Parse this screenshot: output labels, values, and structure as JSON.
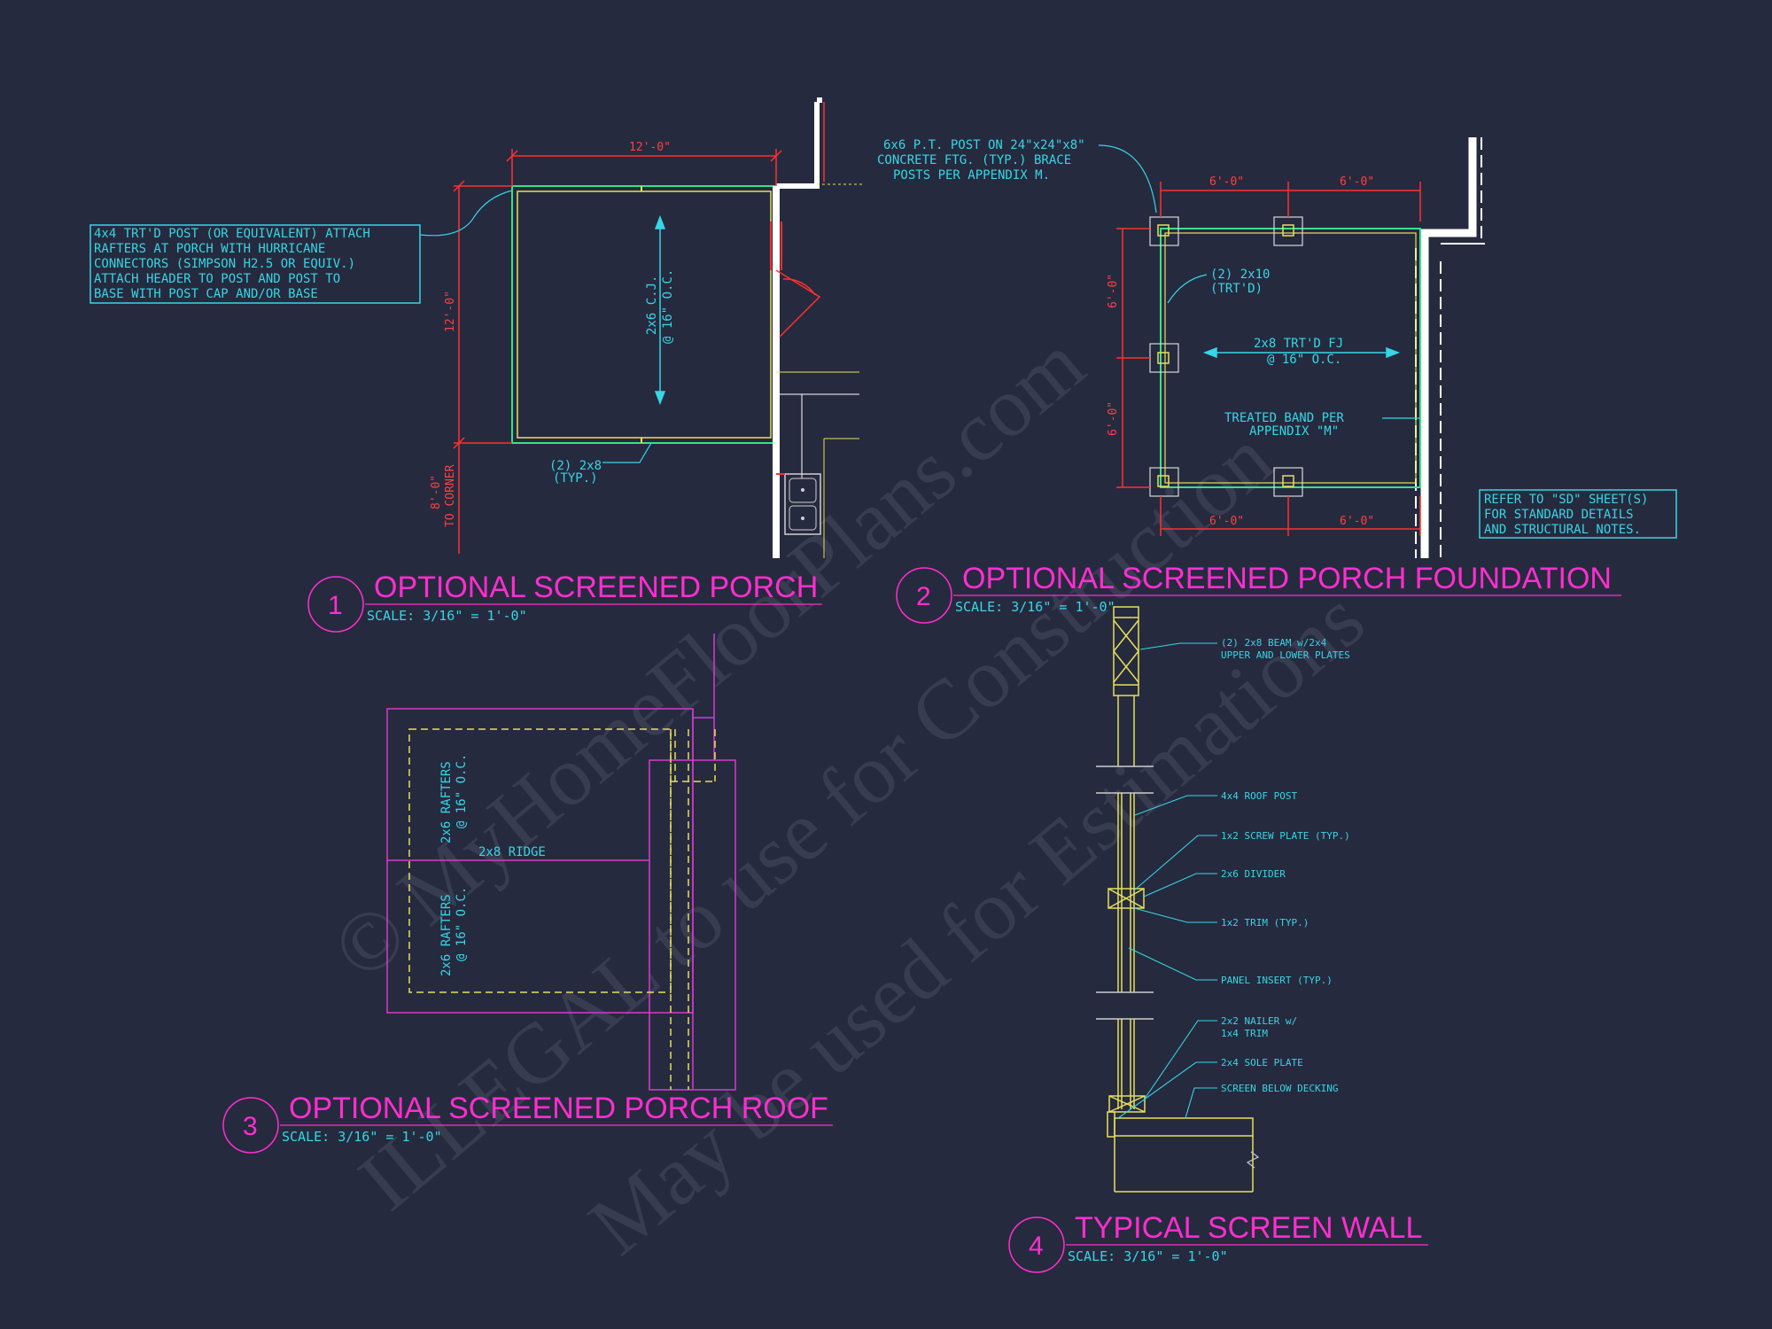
{
  "watermark": {
    "line1": "© MyHomeFloorPlans.com",
    "line2": "ILLEGAL to use for Construction",
    "line3": "May be used for Estimations"
  },
  "details": [
    {
      "number": "1",
      "title": "OPTIONAL SCREENED PORCH",
      "scale": "SCALE: 3/16\" = 1'-0\""
    },
    {
      "number": "2",
      "title": "OPTIONAL SCREENED PORCH FOUNDATION",
      "scale": "SCALE: 3/16\" = 1'-0\""
    },
    {
      "number": "3",
      "title": "OPTIONAL SCREENED PORCH ROOF",
      "scale": "SCALE: 3/16\" = 1'-0\""
    },
    {
      "number": "4",
      "title": "TYPICAL SCREEN WALL",
      "scale": "SCALE: 3/16\" = 1'-0\""
    }
  ],
  "porch": {
    "note_lines": [
      "4x4 TRT'D POST (OR EQUIVALENT) ATTACH",
      "RAFTERS AT PORCH WITH HURRICANE",
      "CONNECTORS (SIMPSON H2.5 OR EQUIV.)",
      "ATTACH HEADER TO POST AND POST TO",
      "BASE WITH POST CAP AND/OR BASE"
    ],
    "dim_top": "12'-0\"",
    "dim_left": "12'-0\"",
    "dim_corner": [
      "8'-0\"",
      "TO CORNER"
    ],
    "joist_lines": [
      "2x6 C.J.",
      "@ 16\" O.C."
    ],
    "header_lines": [
      "(2) 2x8",
      "(TYP.)"
    ]
  },
  "foundation": {
    "post_note_lines": [
      "6x6 P.T. POST ON 24\"x24\"x8\"",
      "CONCRETE FTG. (TYP.) BRACE",
      "POSTS PER APPENDIX M."
    ],
    "dims_top": [
      "6'-0\"",
      "6'-0\""
    ],
    "dims_bottom": [
      "6'-0\"",
      "6'-0\""
    ],
    "dims_left": [
      "6'-0\"",
      "6'-0\""
    ],
    "beam_lines": [
      "(2) 2x10",
      "(TRT'D)"
    ],
    "joist_lines": [
      "2x8 TRT'D FJ",
      "@ 16\" O.C."
    ],
    "band_lines": [
      "TREATED BAND PER",
      "APPENDIX \"M\""
    ],
    "refer_lines": [
      "REFER TO \"SD\" SHEET(S)",
      "FOR STANDARD DETAILS",
      "AND STRUCTURAL NOTES."
    ]
  },
  "roof": {
    "rafter_upper": [
      "2x6 RAFTERS",
      "@ 16\" O.C."
    ],
    "rafter_lower": [
      "2x6 RAFTERS",
      "@ 16\" O.C."
    ],
    "ridge": "2x8 RIDGE"
  },
  "screen_wall": {
    "labels": [
      [
        "(2) 2x8 BEAM w/2x4",
        "UPPER AND LOWER PLATES"
      ],
      [
        "4x4 ROOF POST"
      ],
      [
        "1x2 SCREW PLATE (TYP.)"
      ],
      [
        "2x6 DIVIDER"
      ],
      [
        "1x2 TRIM (TYP.)"
      ],
      [
        "PANEL INSERT (TYP.)"
      ],
      [
        "2x2 NAILER w/",
        "1x4 TRIM"
      ],
      [
        "2x4 SOLE PLATE"
      ],
      [
        "SCREEN BELOW DECKING"
      ]
    ]
  }
}
